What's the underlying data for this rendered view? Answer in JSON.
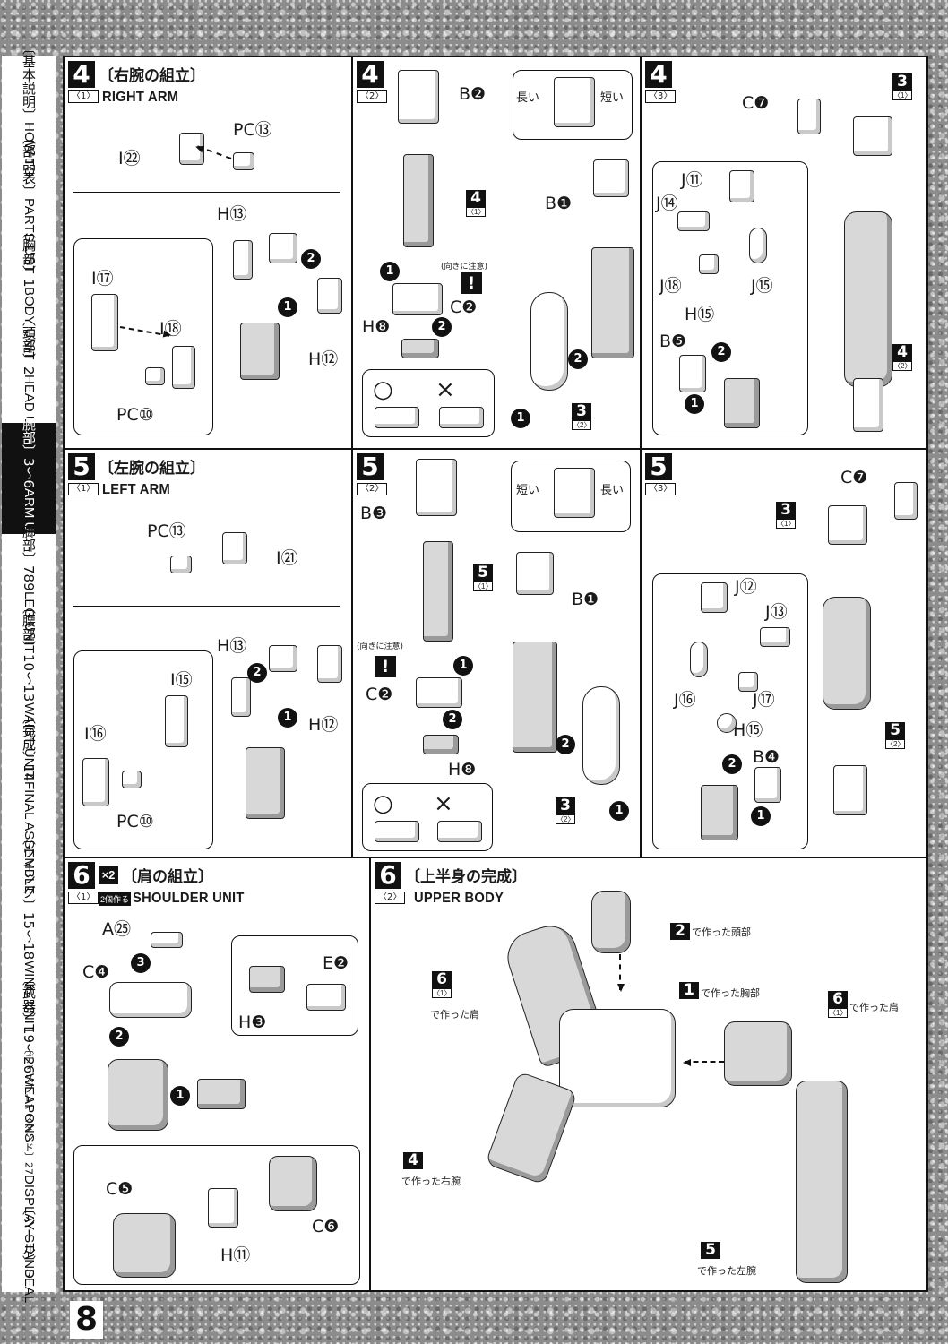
{
  "page_number": "8",
  "sidebar": [
    {
      "jp": "〔基本説明〕",
      "en": "HOW TO"
    },
    {
      "jp": "〔部品表〕",
      "en": "PARTS LIST"
    },
    {
      "jp": "〔胸部〕1",
      "en": "BODY UNIT"
    },
    {
      "jp": "〔頭部〕2",
      "en": "HEAD UNIT"
    },
    {
      "jp": "〔腕部〕3〜6",
      "en": "ARM UNIT"
    },
    {
      "jp": "〔脚部〕789",
      "en": "LEG UNIT"
    },
    {
      "jp": "〔腰部〕10〜13",
      "en": "WAIST UNIT"
    },
    {
      "jp": "〔完成〕14",
      "en": "FINAL ASSEMBLE"
    },
    {
      "jp": "〔ウイング〕15〜18",
      "en": "WING UNIT"
    },
    {
      "jp": "〔武器〕19〜26",
      "en": "WEAPONS"
    },
    {
      "jp": "〔ディスプレイスタンド〕27",
      "en": "DISPLAY STAND"
    },
    {
      "jp": "〔シール〕",
      "en": "SEAL"
    }
  ],
  "step4": {
    "num": "4",
    "jp_title": "〔右腕の組立〕",
    "en_title": "RIGHT ARM",
    "subs": [
      "〈1〉",
      "〈2〉",
      "〈3〉"
    ],
    "p1_labels": [
      "I㉒",
      "PC⑬",
      "H⑬",
      "I⑰",
      "I⑱",
      "H⑫",
      "PC⑩"
    ],
    "p2_labels": [
      "B❷",
      "B❶",
      "H❽",
      "C❷",
      "長い",
      "短い"
    ],
    "p2_note": "(向きに注意)",
    "p3_labels": [
      "C❼",
      "J⑪",
      "J⑭",
      "J⑱",
      "J⑮",
      "H⑮",
      "B❺"
    ],
    "ok": "○",
    "ng": "×"
  },
  "step5": {
    "num": "5",
    "jp_title": "〔左腕の組立〕",
    "en_title": "LEFT ARM",
    "subs": [
      "〈1〉",
      "〈2〉",
      "〈3〉"
    ],
    "p1_labels": [
      "PC⑬",
      "I㉑",
      "H⑬",
      "I⑮",
      "H⑫",
      "I⑯",
      "PC⑩"
    ],
    "p2_labels": [
      "B❸",
      "B❶",
      "C❷",
      "H❽",
      "短い",
      "長い"
    ],
    "p2_note": "(向きに注意)",
    "p3_labels": [
      "C❼",
      "J⑫",
      "J⑬",
      "J⑯",
      "J⑰",
      "H⑮",
      "B❹"
    ]
  },
  "step6": {
    "num": "6",
    "x2": "×2",
    "x2_note": "2個作る",
    "jp_title": "〔肩の組立〕",
    "en_title": "SHOULDER UNIT",
    "jp_title2": "〔上半身の完成〕",
    "en_title2": "UPPER BODY",
    "subs": [
      "〈1〉",
      "〈2〉"
    ],
    "p1_labels": [
      "A㉕",
      "C❹",
      "E❷",
      "H❸",
      "C❺",
      "C❻",
      "H⑪"
    ],
    "refs": {
      "head": "で作った頭部",
      "shoulder": "で作った肩",
      "chest": "で作った胸部",
      "right_arm": "で作った右腕",
      "left_arm": "で作った左腕"
    }
  },
  "colors": {
    "ink": "#111111",
    "paper": "#ffffff",
    "speckle": "#8c8c8c"
  }
}
